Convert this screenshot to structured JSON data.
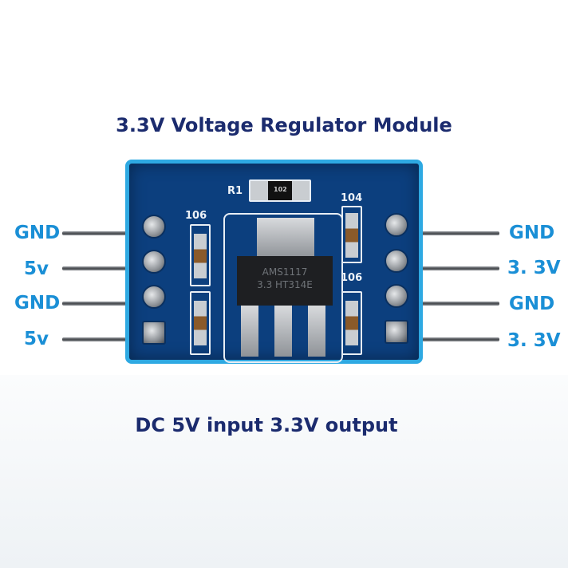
{
  "title": "3.3V Voltage Regulator Module",
  "subtitle": "DC 5V input 3.3V output",
  "left_pins": [
    "GND",
    "5v",
    "GND",
    "5v"
  ],
  "right_pins": [
    "GND",
    "3. 3V",
    "GND",
    "3. 3V"
  ],
  "board": {
    "r1": "R1",
    "r1_code": "102",
    "cap_left": "106",
    "cap_right_top": "104",
    "cap_right_bottom": "106",
    "chip_line1": "AMS1117",
    "chip_line2": "3.3 HT314E"
  },
  "colors": {
    "title": "#1b2b6e",
    "pin_labels": "#1a8fd6",
    "pcb": "#0c3f7e",
    "pcb_edge": "#2ea9e2"
  }
}
